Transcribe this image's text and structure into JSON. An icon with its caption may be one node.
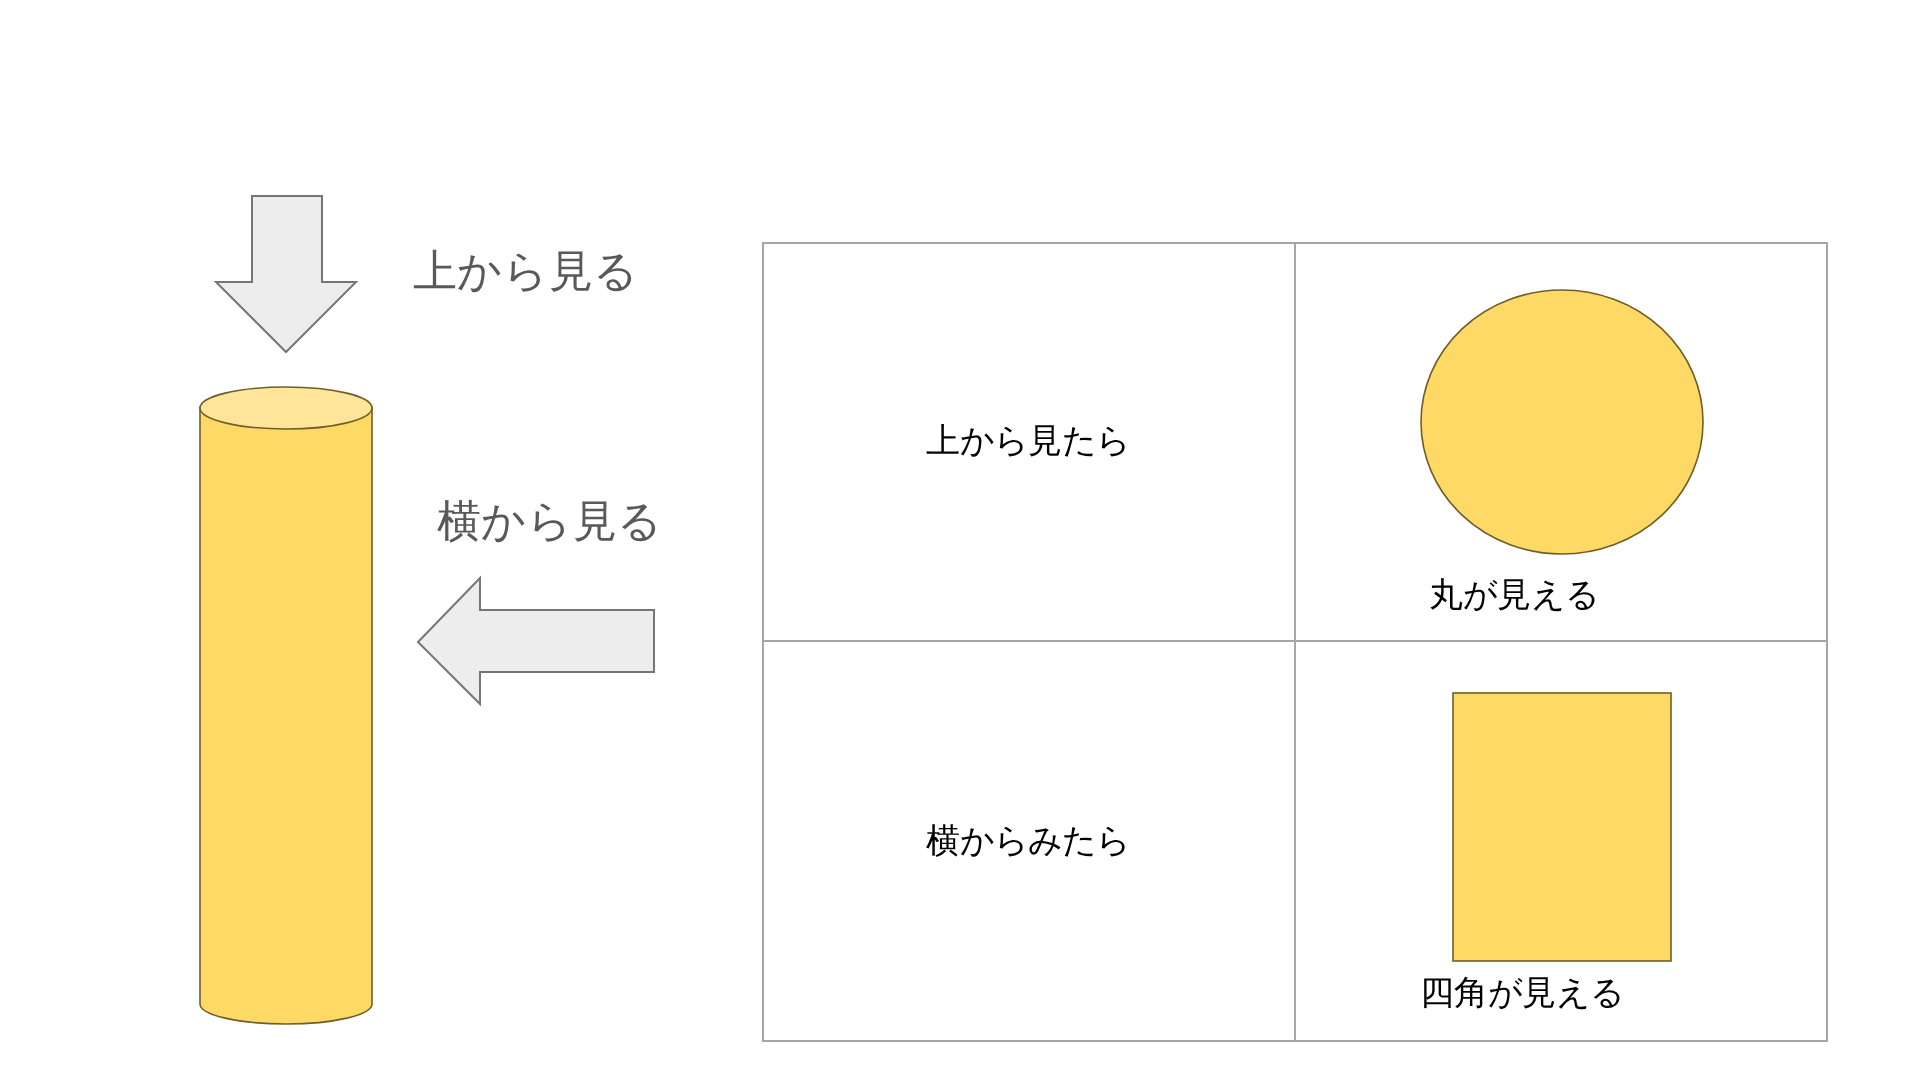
{
  "diagram": {
    "labels": [
      "上から見る",
      "横から見る",
      "上から見たら",
      "丸が見える",
      "横からみたら",
      "四角が見える"
    ]
  }
}
